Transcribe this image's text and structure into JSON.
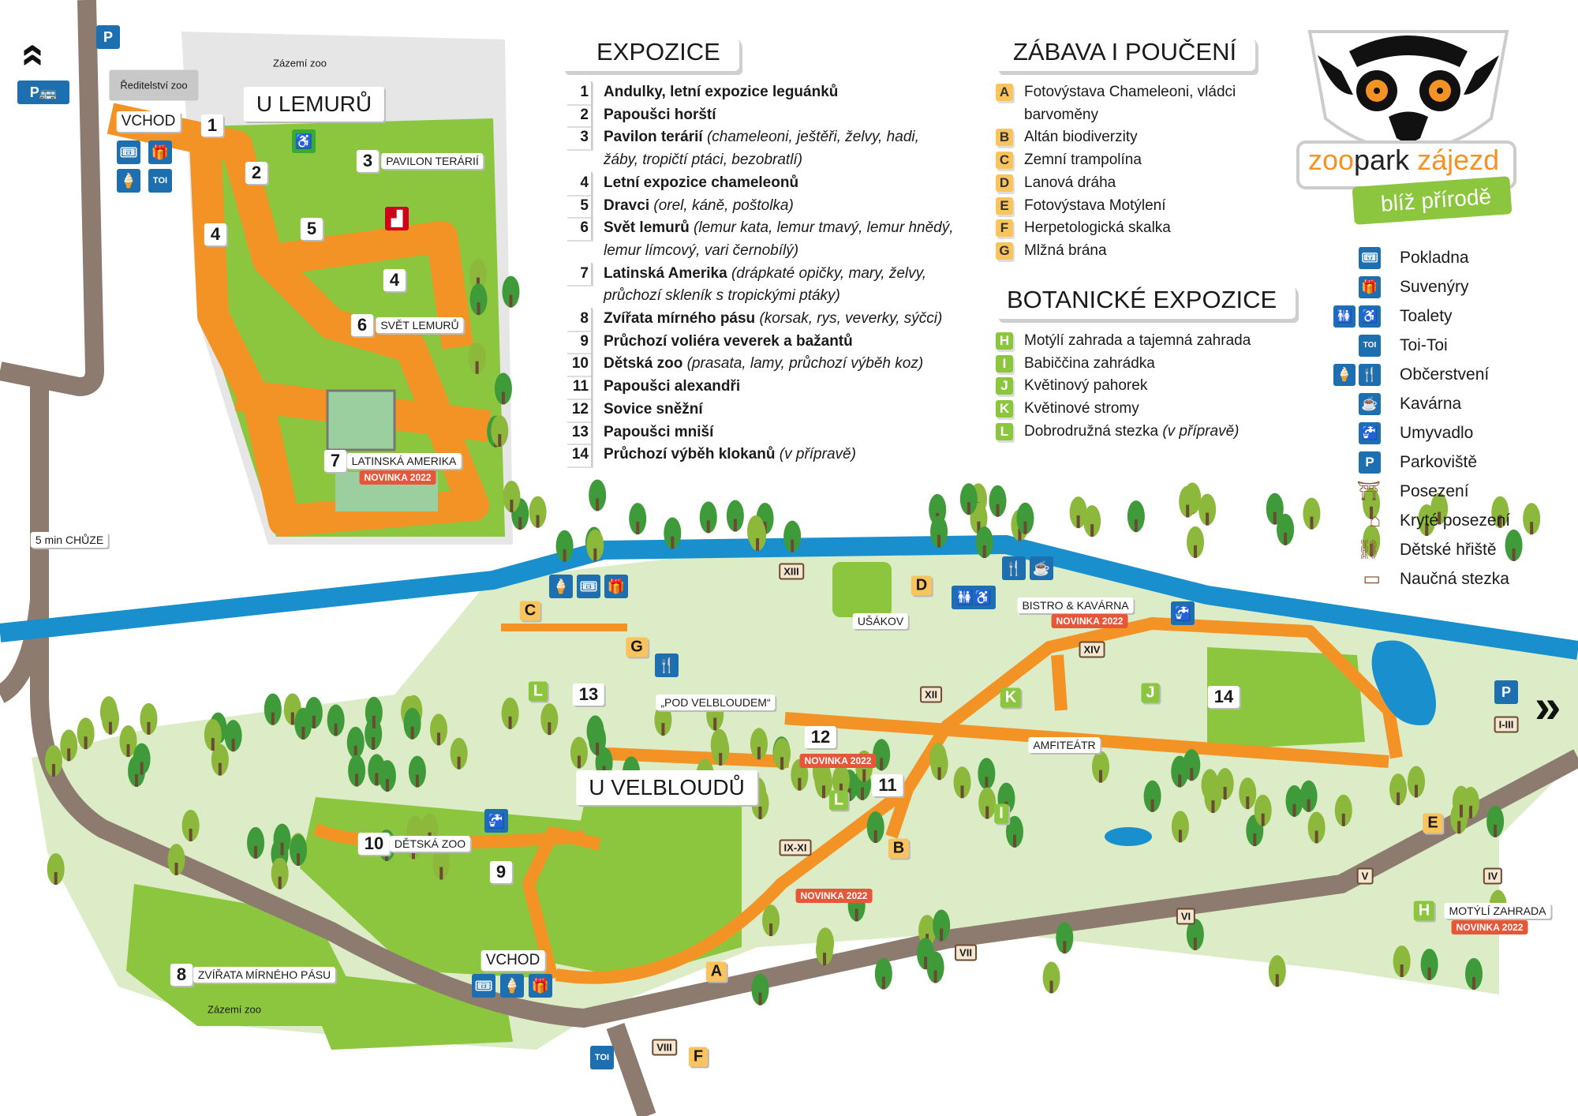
{
  "expozice": {
    "title": "EXPOZICE",
    "items": [
      {
        "num": "1",
        "name": "Andulky, letní expozice leguánků",
        "detail": ""
      },
      {
        "num": "2",
        "name": "Papoušci horští",
        "detail": ""
      },
      {
        "num": "3",
        "name": "Pavilon terárií",
        "detail": "(chameleoni, ještěři, želvy,  hadi,",
        "detail2": "žáby, tropičtí ptáci, bezobratlí)"
      },
      {
        "num": "4",
        "name": "Letní expozice chameleonů",
        "detail": ""
      },
      {
        "num": "5",
        "name": "Dravci",
        "detail": "(orel, káně, poštolka)"
      },
      {
        "num": "6",
        "name": "Svět lemurů",
        "detail": "(lemur kata, lemur tmavý, lemur  hnědý,",
        "detail2": "lemur límcový, vari černobílý)"
      },
      {
        "num": "7",
        "name": "Latinská Amerika",
        "detail": "(drápkaté opičky, mary,  želvy,",
        "detail2": "průchozí skleník s tropickými ptáky)"
      },
      {
        "num": "8",
        "name": "Zvířata mírného pásu",
        "detail": "(korsak, rys, veverky, sýčci)"
      },
      {
        "num": "9",
        "name": "Průchozí voliéra veverek a bažantů",
        "detail": ""
      },
      {
        "num": "10",
        "name": "Dětská zoo",
        "detail": "(prasata, lamy, průchozí výběh koz)"
      },
      {
        "num": "11",
        "name": "Papoušci alexandři",
        "detail": ""
      },
      {
        "num": "12",
        "name": "Sovice sněžní",
        "detail": ""
      },
      {
        "num": "13",
        "name": "Papoušci mniší",
        "detail": ""
      },
      {
        "num": "14",
        "name": "Průchozí výběh klokanů",
        "detail": "(v přípravě)"
      }
    ]
  },
  "zabava": {
    "title": "ZÁBAVA I POUČENÍ",
    "items": [
      {
        "letter": "A",
        "name": "Fotovýstava Chameleoni, vládci barvoměny"
      },
      {
        "letter": "B",
        "name": "Altán biodiverzity"
      },
      {
        "letter": "C",
        "name": "Zemní trampolína"
      },
      {
        "letter": "D",
        "name": "Lanová dráha"
      },
      {
        "letter": "E",
        "name": "Fotovýstava Motýlení"
      },
      {
        "letter": "F",
        "name": "Herpetologická skalka"
      },
      {
        "letter": "G",
        "name": "Mlžná brána"
      }
    ]
  },
  "botanicke": {
    "title": "BOTANICKÉ EXPOZICE",
    "items": [
      {
        "letter": "H",
        "name": "Motýlí zahrada a tajemná zahrada",
        "detail": ""
      },
      {
        "letter": "I",
        "name": "Babiččina zahrádka",
        "detail": ""
      },
      {
        "letter": "J",
        "name": "Květinový pahorek",
        "detail": ""
      },
      {
        "letter": "K",
        "name": "Květinové stromy",
        "detail": ""
      },
      {
        "letter": "L",
        "name": "Dobrodružná stezka",
        "detail": "(v přípravě)"
      }
    ]
  },
  "logo": {
    "brand1": "zoo",
    "brand2": "park",
    "brand3": "zájezd",
    "slogan": "blíž přírodě"
  },
  "legend": [
    {
      "icons": [
        "ticket-icon"
      ],
      "glyphs": [
        "🎟"
      ],
      "label": "Pokladna"
    },
    {
      "icons": [
        "gift-icon"
      ],
      "glyphs": [
        "🎁"
      ],
      "label": "Suvenýry"
    },
    {
      "icons": [
        "toilet-icon",
        "wheelchair-icon"
      ],
      "glyphs": [
        "🚻",
        "♿"
      ],
      "label": "Toalety"
    },
    {
      "icons": [
        "toi-toi-icon"
      ],
      "glyphs": [
        "TOI"
      ],
      "label": "Toi-Toi"
    },
    {
      "icons": [
        "ice-cream-icon",
        "fork-knife-icon"
      ],
      "glyphs": [
        "🍦",
        "🍴"
      ],
      "label": "Občerstvení"
    },
    {
      "icons": [
        "coffee-cup-icon"
      ],
      "glyphs": [
        "☕"
      ],
      "label": "Kavárna"
    },
    {
      "icons": [
        "water-tap-icon"
      ],
      "glyphs": [
        "🚰"
      ],
      "label": "Umyvadlo"
    },
    {
      "icons": [
        "parking-icon"
      ],
      "glyphs": [
        "P"
      ],
      "label": "Parkoviště"
    },
    {
      "icons": [
        "picnic-table-icon"
      ],
      "glyphs": [
        "⛩"
      ],
      "label": "Posezení",
      "brown": true
    },
    {
      "icons": [
        "covered-seating-icon"
      ],
      "glyphs": [
        "⌂"
      ],
      "label": "Kryté posezení",
      "brown": true
    },
    {
      "icons": [
        "playground-icon"
      ],
      "glyphs": [
        "⛓"
      ],
      "label": "Dětské hřiště",
      "brown": true
    },
    {
      "icons": [
        "nature-trail-icon"
      ],
      "glyphs": [
        "▭"
      ],
      "label": "Naučná stezka",
      "brown": true
    }
  ],
  "map": {
    "labels": [
      {
        "text": "Zázemí zoo",
        "type": "plain"
      },
      {
        "text": "Ředitelství zoo",
        "type": "gray"
      },
      {
        "text": "U LEMURŮ",
        "type": "big"
      },
      {
        "text": "VCHOD",
        "type": "mid"
      },
      {
        "text": "1",
        "type": "num"
      },
      {
        "text": "2",
        "type": "num"
      },
      {
        "text": "3",
        "type": "num"
      },
      {
        "text": "PAVILON TERÁRIÍ",
        "type": "plain-box"
      },
      {
        "text": "4",
        "type": "num"
      },
      {
        "text": "5",
        "type": "num"
      },
      {
        "text": "4",
        "type": "num"
      },
      {
        "text": "6",
        "type": "num"
      },
      {
        "text": "SVĚT LEMURŮ",
        "type": "plain-box"
      },
      {
        "text": "7",
        "type": "num"
      },
      {
        "text": "LATINSKÁ AMERIKA",
        "type": "plain-box"
      },
      {
        "text": "NOVINKA 2022",
        "type": "nov"
      },
      {
        "text": "5 min CHŮZE",
        "type": "plain-box"
      },
      {
        "text": "C",
        "type": "lo"
      },
      {
        "text": "G",
        "type": "lo"
      },
      {
        "text": "D",
        "type": "lo"
      },
      {
        "text": "UŠÁKOV",
        "type": "plain-box"
      },
      {
        "text": "BISTRO & KAVÁRNA",
        "type": "plain-box"
      },
      {
        "text": "NOVINKA 2022",
        "type": "nov"
      },
      {
        "text": "XIII",
        "type": "roman"
      },
      {
        "text": "XIV",
        "type": "roman"
      },
      {
        "text": "XII",
        "type": "roman"
      },
      {
        "text": "K",
        "type": "lg"
      },
      {
        "text": "J",
        "type": "lg"
      },
      {
        "text": "14",
        "type": "num"
      },
      {
        "text": "L",
        "type": "lg"
      },
      {
        "text": "13",
        "type": "num"
      },
      {
        "text": "„POD VELBLOUDEM“",
        "type": "plain-box"
      },
      {
        "text": "12",
        "type": "num"
      },
      {
        "text": "NOVINKA 2022",
        "type": "nov"
      },
      {
        "text": "AMFITEÁTR",
        "type": "plain-box"
      },
      {
        "text": "U VELBLOUDŮ",
        "type": "big"
      },
      {
        "text": "11",
        "type": "num"
      },
      {
        "text": "L",
        "type": "lg"
      },
      {
        "text": "I",
        "type": "lg"
      },
      {
        "text": "E",
        "type": "lo"
      },
      {
        "text": "IX-XI",
        "type": "roman"
      },
      {
        "text": "B",
        "type": "lo"
      },
      {
        "text": "10",
        "type": "num"
      },
      {
        "text": "DĚTSKÁ ZOO",
        "type": "plain-box"
      },
      {
        "text": "9",
        "type": "num"
      },
      {
        "text": "NOVINKA 2022",
        "type": "nov"
      },
      {
        "text": "V",
        "type": "roman"
      },
      {
        "text": "IV",
        "type": "roman"
      },
      {
        "text": "VI",
        "type": "roman"
      },
      {
        "text": "H",
        "type": "lg"
      },
      {
        "text": "MOTÝLÍ ZAHRADA",
        "type": "plain-box"
      },
      {
        "text": "NOVINKA 2022",
        "type": "nov"
      },
      {
        "text": "VII",
        "type": "roman"
      },
      {
        "text": "VCHOD",
        "type": "mid"
      },
      {
        "text": "8",
        "type": "num"
      },
      {
        "text": "ZVÍŘATA MÍRNÉHO PÁSU",
        "type": "plain-box"
      },
      {
        "text": "A",
        "type": "lo"
      },
      {
        "text": "Zázemí zoo",
        "type": "plain"
      },
      {
        "text": "VIII",
        "type": "roman"
      },
      {
        "text": "F",
        "type": "lo"
      },
      {
        "text": "I-III",
        "type": "roman"
      }
    ],
    "parking_label": "P",
    "toi_label": "TOI"
  },
  "colors": {
    "path": "#f39325",
    "grass": "#8cc63f",
    "park": "#dcecc6",
    "river": "#1a8fce",
    "road": "#8c7b6e",
    "icon": "#1d6fb0",
    "novinka": "#e8563a"
  }
}
